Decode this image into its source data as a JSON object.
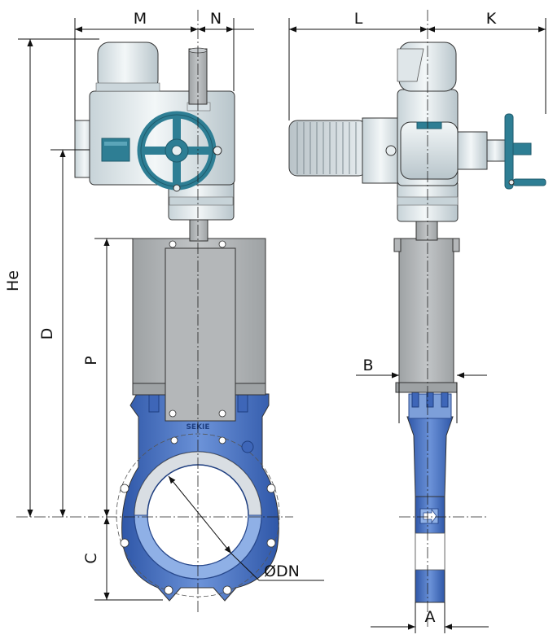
{
  "dimensions": {
    "M": "M",
    "N": "N",
    "L": "L",
    "K": "K",
    "He": "He",
    "D": "D",
    "P": "P",
    "C": "C",
    "B": "B",
    "A": "A",
    "DN": "DN"
  },
  "marks": {
    "diameter_symbol": "Ø",
    "body_cast_text": "SEKIE"
  },
  "colors": {
    "actuator_white": "#e8eef0",
    "actuator_shadow": "#b9c6cc",
    "handwheel": "#2e7e94",
    "handwheel_dark": "#1e5a6b",
    "guard_gray": "#b4b7b9",
    "guard_dark": "#8e9193",
    "body_blue": "#3e66b8",
    "body_light": "#8fb0e6",
    "body_dark": "#2a4a8e",
    "stem_gray": "#a9b1b6"
  }
}
